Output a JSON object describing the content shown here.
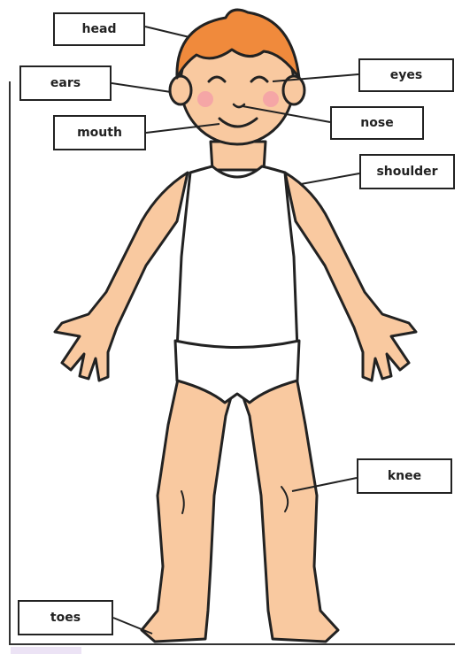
{
  "labels": {
    "head": "head",
    "ears": "ears",
    "eyes": "eyes",
    "mouth": "mouth",
    "nose": "nose",
    "shoulder": "shoulder",
    "knee": "knee",
    "toes": "toes"
  },
  "colors": {
    "skin": "#f9c9a0",
    "skin_shadow": "#e8a87c",
    "hair": "#f08a3c",
    "cheek": "#f5a6a6",
    "outline": "#222222",
    "clothing": "#ffffff",
    "frame": "#333333"
  }
}
